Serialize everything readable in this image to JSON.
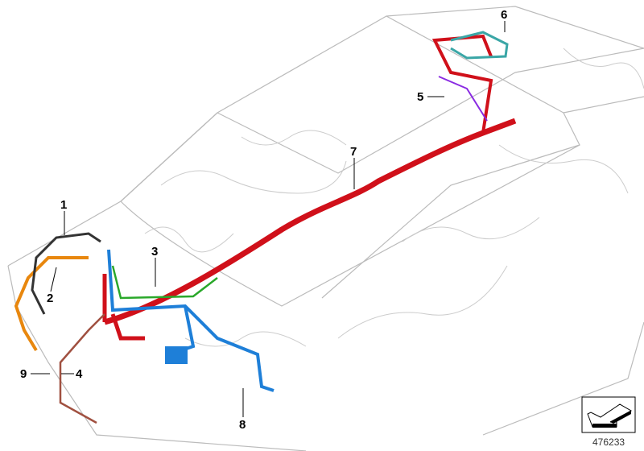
{
  "diagram": {
    "callouts": [
      "1",
      "2",
      "3",
      "4",
      "5",
      "6",
      "7",
      "8",
      "9"
    ],
    "part_number": "476233",
    "icon": "view-direction-arrow-icon",
    "colors": {
      "main_harness": "#d0101a",
      "blue_harness": "#1e7fd8",
      "orange_harness": "#e8870e",
      "green_harness": "#2aa82a",
      "teal_harness": "#3aa6a6",
      "purple_harness": "#8a2be2",
      "black_harness": "#333333",
      "outline": "#bbbbbb"
    }
  }
}
